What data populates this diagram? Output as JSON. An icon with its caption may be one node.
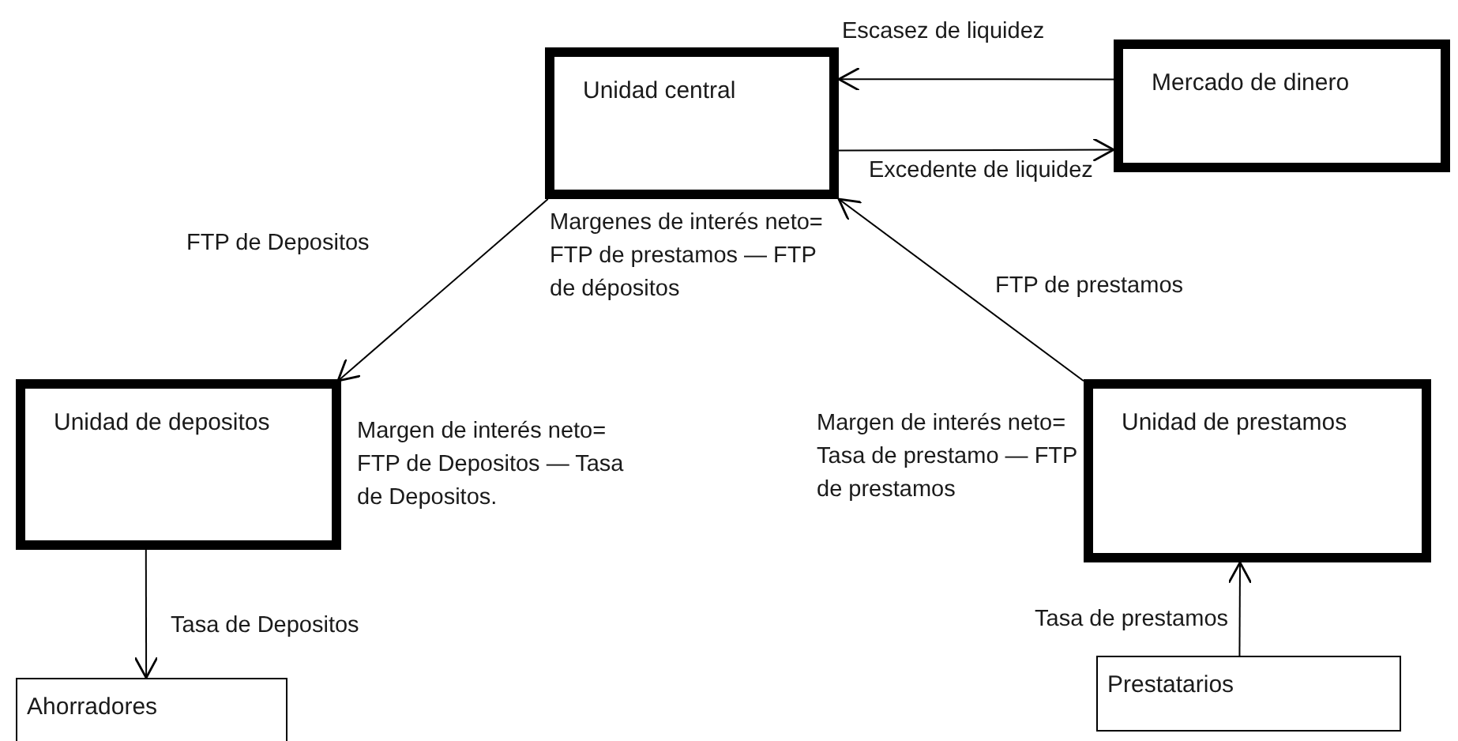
{
  "diagram": {
    "nodes": [
      {
        "text": [
          "Unidad central"
        ],
        "beside": [
          "Margenes de interés neto= FTP de prestamos — FTP de dépositos"
        ]
      },
      {
        "text": [
          "Mercado de dinero"
        ]
      },
      {
        "text": [
          "Unidad de depositos"
        ],
        "beside": [
          "Margen de interés neto= FTP de Depositos — Tasa de Depositos."
        ]
      },
      {
        "text": [
          "Unidad de prestamos"
        ],
        "beside": [
          "Margen de interés neto= Tasa de prestamo — FTP de prestamos"
        ]
      },
      {
        "text": [
          "Ahorradores"
        ]
      },
      {
        "text": [
          "Prestatarios"
        ]
      }
    ],
    "edges": [
      {
        "from": 1,
        "to": 0,
        "arrow": "to",
        "label": "Escasez de liquidez"
      },
      {
        "from": 0,
        "to": 1,
        "arrow": "to",
        "label": "Excedente de liquidez"
      },
      {
        "from": 0,
        "to": 2,
        "arrow": "to",
        "label": "FTP de Depositos"
      },
      {
        "from": 3,
        "to": 0,
        "arrow": "to",
        "label": "FTP de prestamos"
      },
      {
        "from": 2,
        "to": 4,
        "arrow": "to",
        "label": "Tasa de Depositos"
      },
      {
        "from": 5,
        "to": 3,
        "arrow": "to",
        "label": "Tasa de prestamos"
      }
    ]
  }
}
